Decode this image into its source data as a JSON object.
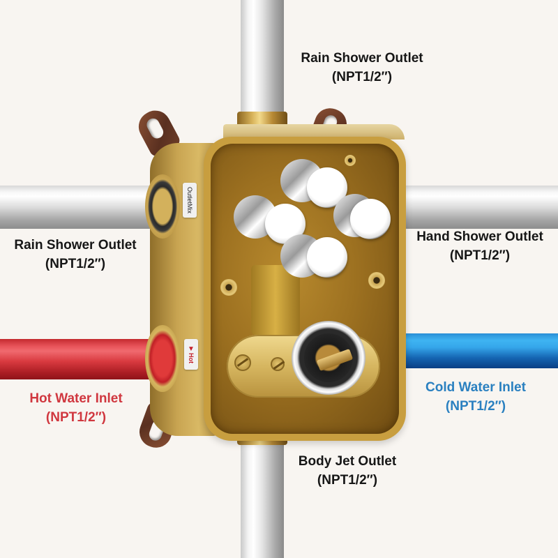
{
  "diagram": {
    "subject": "Concealed thermostatic shower valve rough-in body with 4 outlets",
    "connections": [
      {
        "id": "top",
        "name": "Rain Shower Outlet",
        "spec": "(NPT1/2″)",
        "pipe_color": "#d6d6d6",
        "text_color": "#161616",
        "position": "top"
      },
      {
        "id": "left-upper",
        "name": "Rain Shower Outlet",
        "spec": "(NPT1/2″)",
        "pipe_color": "#d6d6d6",
        "text_color": "#161616",
        "position": "left"
      },
      {
        "id": "right-upper",
        "name": "Hand Shower Outlet",
        "spec": "(NPT1/2″)",
        "pipe_color": "#d6d6d6",
        "text_color": "#161616",
        "position": "right"
      },
      {
        "id": "left-lower",
        "name": "Hot Water Inlet",
        "spec": "(NPT1/2″)",
        "pipe_color": "#d93a40",
        "text_color": "#d0373f",
        "position": "left"
      },
      {
        "id": "right-lower",
        "name": "Cold Water Inlet",
        "spec": "(NPT1/2″)",
        "pipe_color": "#1e7fd0",
        "text_color": "#2a80c0",
        "position": "right"
      },
      {
        "id": "bottom",
        "name": "Body Jet Outlet",
        "spec": "(NPT1/2″)",
        "pipe_color": "#d6d6d6",
        "text_color": "#161616",
        "position": "bottom"
      }
    ],
    "body_tags": {
      "outlet_mix": [
        "Outlet",
        "Mix"
      ],
      "hot": "Hot"
    },
    "colors": {
      "background": "#f8f5f1",
      "brass_body": "#c89e3f",
      "bracket": "#6d3d28",
      "hot": "#d0373f",
      "cold": "#2a80c0"
    },
    "diverter_knob_count": 4
  }
}
